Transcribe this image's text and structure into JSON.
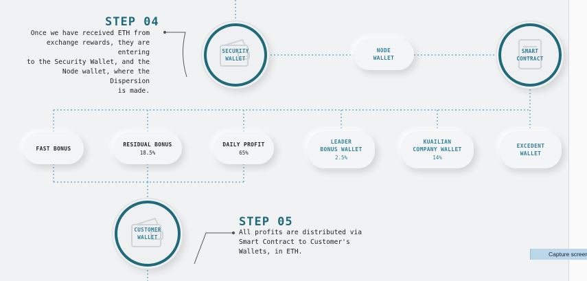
{
  "step04": {
    "heading": "STEP 04",
    "text": "Once we have received ETH from\nexchange rewards, they are entering\nto the Security Wallet, and the\nNode wallet, where the Dispersion\nis made."
  },
  "step05": {
    "heading": "STEP 05",
    "text": "All profits are distributed via\nSmart Contract to Customer's\nWallets, in ETH."
  },
  "circles": {
    "security_wallet": "SECURITY\nWALLET",
    "smart_contract": "SMART\nCONTRACT",
    "customer_wallet": "CUSTOMER\nWALLET"
  },
  "node_wallet": {
    "label": "NODE\nWALLET"
  },
  "branches": [
    {
      "label": "FAST BONUS",
      "value": "",
      "style": "dark"
    },
    {
      "label": "RESIDUAL BONUS",
      "value": "18.5%",
      "style": "dark"
    },
    {
      "label": "DAILY PROFIT",
      "value": "65%",
      "style": "dark"
    },
    {
      "label": "LEADER\nBONUS WALLET",
      "value": "2.5%",
      "style": "blue"
    },
    {
      "label": "KUAILIAN\nCOMPANY WALLET",
      "value": "14%",
      "style": "blue"
    },
    {
      "label": "EXCEDENT\nWALLET",
      "value": "",
      "style": "blue"
    }
  ],
  "capture_chip": "Capture screen",
  "colors": {
    "teal": "#1e6a79",
    "label_blue": "#2f7f9a",
    "connector": "#8fc0d8",
    "background": "#f1f2f3"
  }
}
